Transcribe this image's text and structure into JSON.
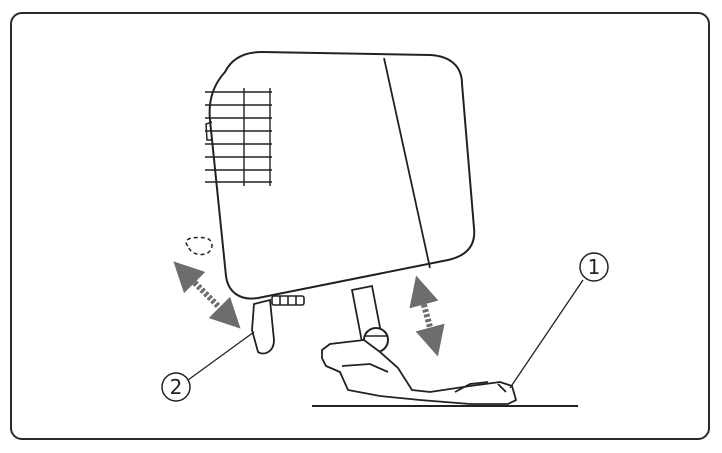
{
  "callouts": [
    {
      "id": "callout-1",
      "label": "1"
    },
    {
      "id": "callout-2",
      "label": "2"
    }
  ],
  "colors": {
    "stroke": "#222222",
    "arrow": "#6d6d6d",
    "frame": "#2a2a2a",
    "background": "#ffffff"
  }
}
